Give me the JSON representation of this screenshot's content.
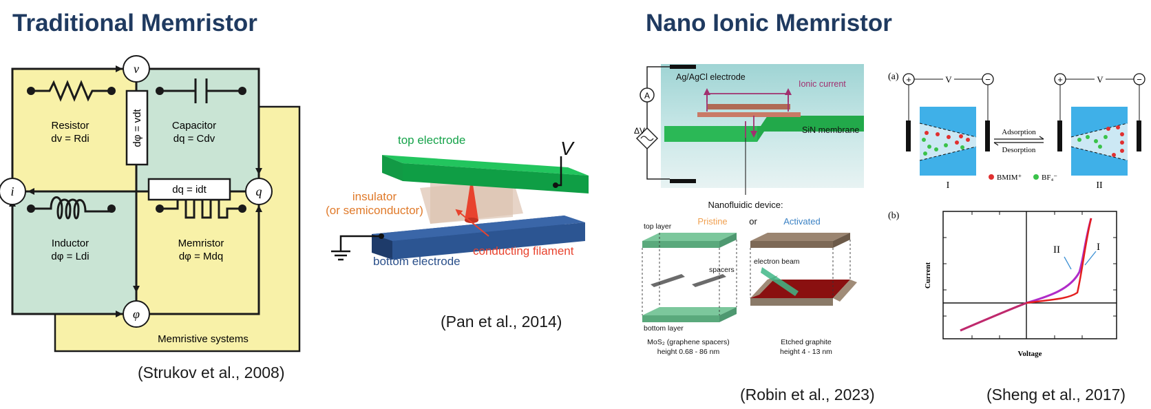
{
  "left": {
    "heading": "Traditional Memristor",
    "circuit": {
      "node_v": "v",
      "node_i": "i",
      "node_q": "q",
      "node_phi": "φ",
      "resistor_label": "Resistor",
      "resistor_eq": "dv = Rdi",
      "capacitor_label": "Capacitor",
      "capacitor_eq": "dq = Cdv",
      "inductor_label": "Inductor",
      "inductor_eq": "dφ = Ldi",
      "memristor_label": "Memristor",
      "memristor_eq": "dφ = Mdq",
      "vertical_box": "dφ = vdt",
      "horizontal_box": "dq = idt",
      "systems_label": "Memristive systems"
    },
    "circuit_citation": "(Strukov et al., 2008)",
    "device": {
      "top_electrode": "top electrode",
      "voltage": "V",
      "insulator_line1": "insulator",
      "insulator_line2": "(or semiconductor)",
      "filament": "conducting filament",
      "bottom_electrode": "bottom electrode"
    },
    "device_citation": "(Pan et al., 2014)"
  },
  "right": {
    "heading": "Nano Ionic Memristor",
    "nanofluidic": {
      "electrode": "Ag/AgCl electrode",
      "ionic_current": "Ionic current",
      "membrane": "SiN membrane",
      "ammeter": "A",
      "voltage": "ΔV",
      "device_title": "Nanofluidic device:",
      "pristine": "Pristine",
      "or": "or",
      "activated": "Activated",
      "top_layer": "top layer",
      "spacers": "spacers",
      "bottom_layer": "bottom layer",
      "electron_beam": "electron beam",
      "mos2_line1": "MoS₂ (graphene spacers)",
      "mos2_line2": "height 0.68 - 86 nm",
      "graphite_line1": "Etched graphite",
      "graphite_line2": "height 4 - 13 nm",
      "pristine_color": "#f0a050",
      "activated_color": "#3b82c4"
    },
    "nanofluidic_citation": "(Robin et al., 2023)",
    "ionic": {
      "panel_a": "(a)",
      "plus": "+",
      "minus": "−",
      "v": "V",
      "adsorption": "Adsorption",
      "desorption": "Desorption",
      "state_1": "I",
      "state_2": "II",
      "bmim": "BMIM⁺",
      "bf4": "BF₄⁻",
      "panel_b": "(b)",
      "ylabel": "Current",
      "xlabel": "Voltage",
      "curve_1": "I",
      "curve_2": "II"
    },
    "ionic_citation": "(Sheng et al., 2017)"
  }
}
